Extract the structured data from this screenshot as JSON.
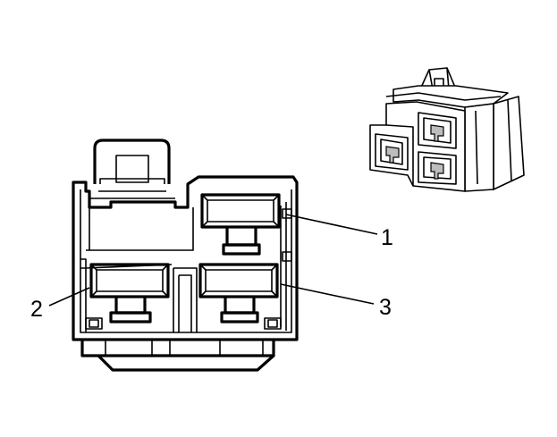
{
  "callouts": {
    "terminal_1": {
      "label": "1"
    },
    "terminal_2": {
      "label": "2"
    },
    "terminal_3": {
      "label": "3"
    }
  }
}
